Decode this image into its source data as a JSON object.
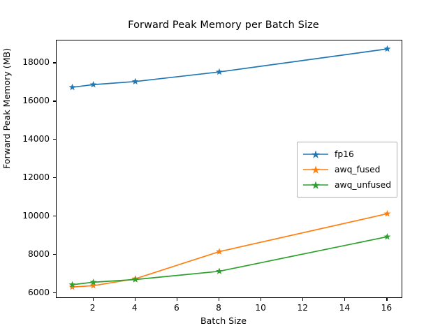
{
  "chart_data": {
    "type": "line",
    "title": "Forward Peak Memory per Batch Size",
    "xlabel": "Batch Size",
    "ylabel": "Forward Peak Memory (MB)",
    "x": [
      1,
      2,
      4,
      8,
      16
    ],
    "xlim": [
      0.25,
      16.75
    ],
    "ylim": [
      5720,
      19180
    ],
    "xticks": [
      2,
      4,
      6,
      8,
      10,
      12,
      14,
      16
    ],
    "xtick_labels": [
      "2",
      "4",
      "6",
      "8",
      "10",
      "12",
      "14",
      "16"
    ],
    "yticks": [
      6000,
      8000,
      10000,
      12000,
      14000,
      16000,
      18000
    ],
    "ytick_labels": [
      "6000",
      "8000",
      "10000",
      "12000",
      "14000",
      "16000",
      "18000"
    ],
    "grid": false,
    "marker": "star",
    "legend_position": "center-right",
    "series": [
      {
        "name": "fp16",
        "color": "#1f77b4",
        "values": [
          16740,
          16880,
          17040,
          17540,
          18740
        ]
      },
      {
        "name": "awq_fused",
        "color": "#ff7f0e",
        "values": [
          6330,
          6400,
          6760,
          8175,
          10150
        ]
      },
      {
        "name": "awq_unfused",
        "color": "#2ca02c",
        "values": [
          6450,
          6580,
          6720,
          7150,
          8950
        ]
      }
    ]
  },
  "legend": {
    "items": [
      {
        "label": "fp16"
      },
      {
        "label": "awq_fused"
      },
      {
        "label": "awq_unfused"
      }
    ]
  }
}
